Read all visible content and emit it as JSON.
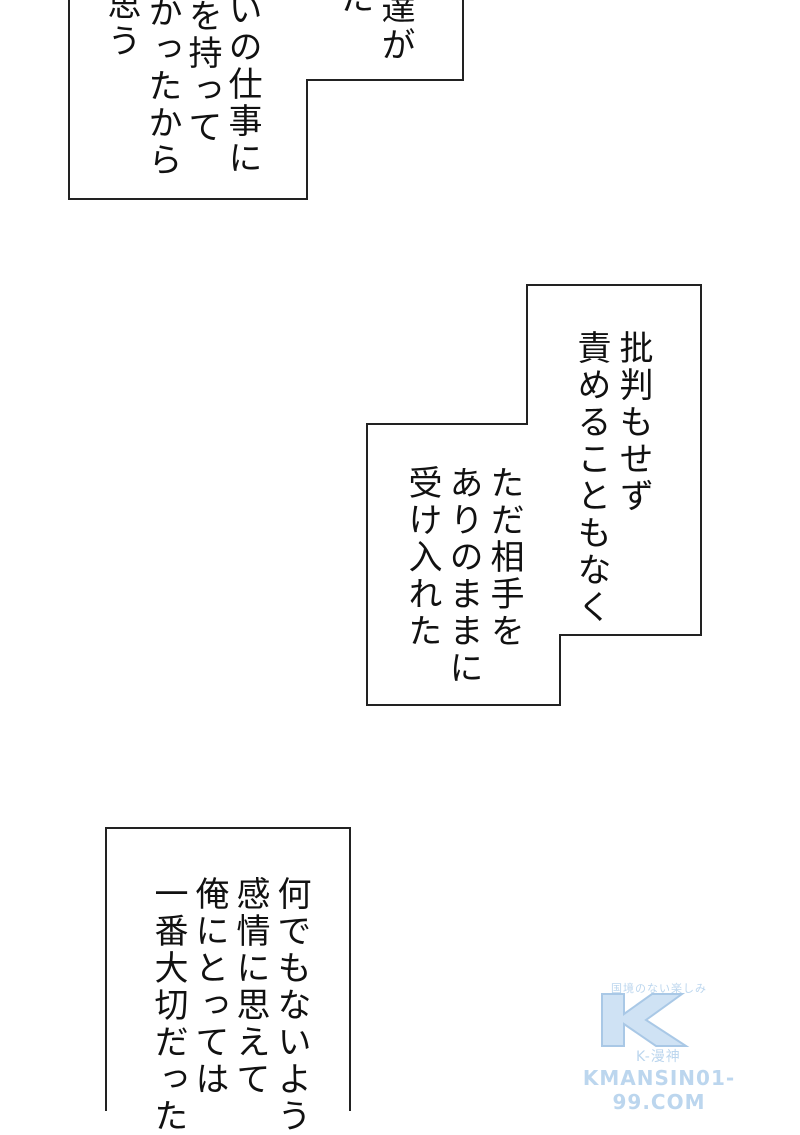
{
  "panels": [
    {
      "columns": [
        "達が",
        "た",
        "いの仕事に",
        "を持って",
        "かったから",
        "思う"
      ]
    },
    {
      "columns": [
        "批判もせず",
        "責めることもなく",
        "ただ相手を",
        "ありのままに",
        "受け入れた"
      ]
    },
    {
      "columns": [
        "何でもないよう",
        "感情に思えて",
        "俺にとっては",
        "一番大切だった"
      ]
    }
  ],
  "watermark": {
    "tagline": "国境のない楽しみ",
    "logo": "K",
    "sub": "K-漫神",
    "url": "KMANSIN01-99.COM"
  },
  "colors": {
    "text": "#111111",
    "border": "#222222",
    "watermark": "#bcd6ee"
  }
}
